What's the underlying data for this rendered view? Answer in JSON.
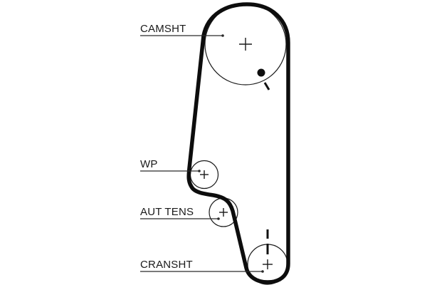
{
  "labels": {
    "camshaft": "CAMSHT",
    "water_pump": "WP",
    "auto_tensioner": "AUT TENS",
    "crankshaft": "CRANSHT"
  }
}
